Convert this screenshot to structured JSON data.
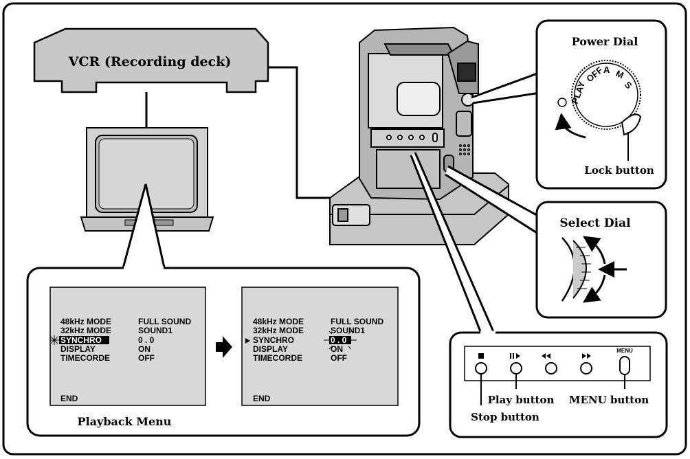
{
  "vcr": {
    "label": "VCR (Recording deck)"
  },
  "power_dial": {
    "title": "Power Dial",
    "positions": [
      "PLAY",
      "OFF",
      "A",
      "M",
      "S"
    ],
    "lock_label": "Lock button"
  },
  "select_dial": {
    "title": "Select Dial"
  },
  "buttons_panel": {
    "menu_icon_label": "MENU",
    "play_label": "Play button",
    "menu_label": "MENU button",
    "stop_label": "Stop button"
  },
  "menu_panel": {
    "caption": "Playback Menu",
    "screen_before": {
      "rows": [
        {
          "item": "48kHz  MODE",
          "value": "FULL SOUND"
        },
        {
          "item": "32kHz  MODE",
          "value": "SOUND1"
        },
        {
          "item": "SYNCHRO",
          "value": "0 . 0"
        },
        {
          "item": "DISPLAY",
          "value": "ON"
        },
        {
          "item": "TIMECORDE",
          "value": "OFF"
        }
      ],
      "end": "END"
    },
    "screen_after": {
      "rows": [
        {
          "item": "48kHz  MODE",
          "value": "FULL SOUND"
        },
        {
          "item": "32kHz  MODE",
          "value": "SOUND1"
        },
        {
          "item": "SYNCHRO",
          "value": "0 . 0"
        },
        {
          "item": "DISPLAY",
          "value": "ON"
        },
        {
          "item": "TIMECORDE",
          "value": "OFF"
        }
      ],
      "end": "END"
    }
  }
}
